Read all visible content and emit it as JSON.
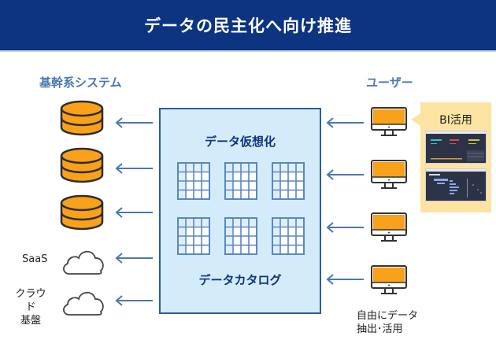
{
  "header": {
    "title": "データの民主化へ向け推進"
  },
  "left": {
    "title": "基幹系システム",
    "sources": [
      {
        "type": "database",
        "label": ""
      },
      {
        "type": "database",
        "label": ""
      },
      {
        "type": "database",
        "label": ""
      },
      {
        "type": "cloud",
        "label": "SaaS"
      },
      {
        "type": "cloud",
        "label_line1": "クラウド",
        "label_line2": "基盤"
      }
    ]
  },
  "center": {
    "top_label": "データ仮想化",
    "bottom_label": "データカタログ",
    "table_count": 6
  },
  "right": {
    "title": "ユーザー",
    "users_count": 4,
    "bi_panel": {
      "label": "BI活用"
    },
    "bottom_label_line1": "自由にデータ",
    "bottom_label_line2": "抽出･活用"
  },
  "colors": {
    "header_bg": "#0c3480",
    "accent_blue": "#4a78b0",
    "box_fill": "#d4ecf9",
    "box_border": "#2d5b99",
    "orange": "#f9a11b",
    "bi_panel": "#fde4a2",
    "arrow": "#4a78b0"
  }
}
